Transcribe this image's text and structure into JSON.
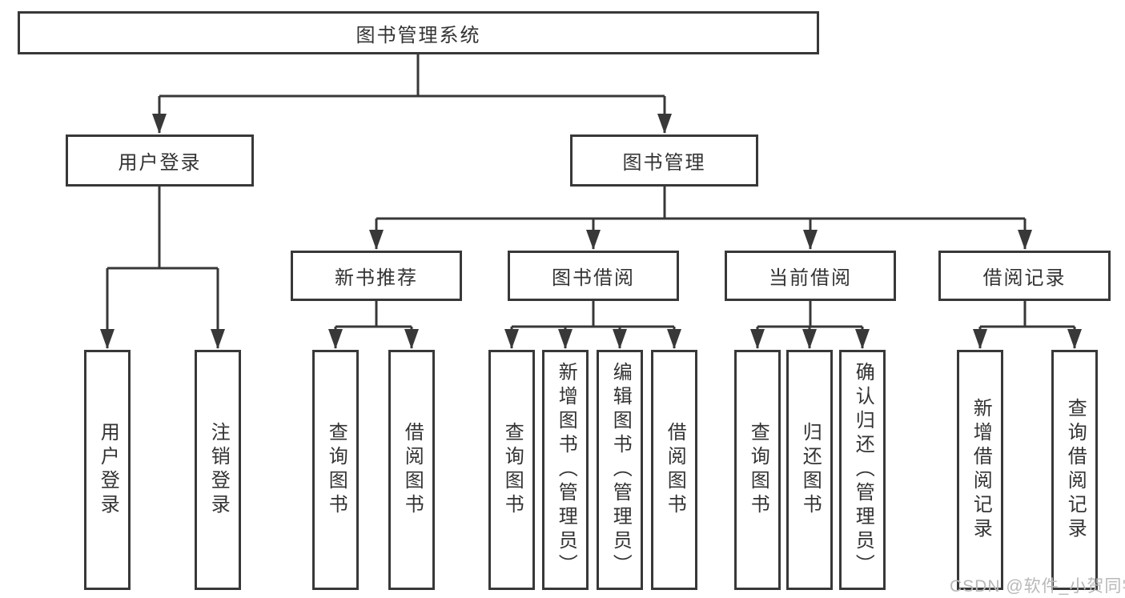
{
  "diagram": {
    "root": {
      "label": "图书管理系统"
    },
    "branches": [
      {
        "label": "用户登录",
        "children": [
          {
            "label": "用户登录"
          },
          {
            "label": "注销登录"
          }
        ]
      },
      {
        "label": "图书管理",
        "children": [
          {
            "label": "新书推荐",
            "children": [
              {
                "label": "查询图书"
              },
              {
                "label": "借阅图书"
              }
            ]
          },
          {
            "label": "图书借阅",
            "children": [
              {
                "label": "查询图书"
              },
              {
                "label": "新增图书（管理员）"
              },
              {
                "label": "编辑图书（管理员）"
              },
              {
                "label": "借阅图书"
              }
            ]
          },
          {
            "label": "当前借阅",
            "children": [
              {
                "label": "查询图书"
              },
              {
                "label": "归还图书"
              },
              {
                "label": "确认归还（管理员）"
              }
            ]
          },
          {
            "label": "借阅记录",
            "children": [
              {
                "label": "新增借阅记录"
              },
              {
                "label": "查询借阅记录"
              }
            ]
          }
        ]
      }
    ]
  },
  "watermark": {
    "text": "CSDN @软件_小贺同学"
  },
  "colors": {
    "line": "#383838",
    "text": "#333333",
    "watermark": "#b8b8b8",
    "background": "#ffffff"
  }
}
